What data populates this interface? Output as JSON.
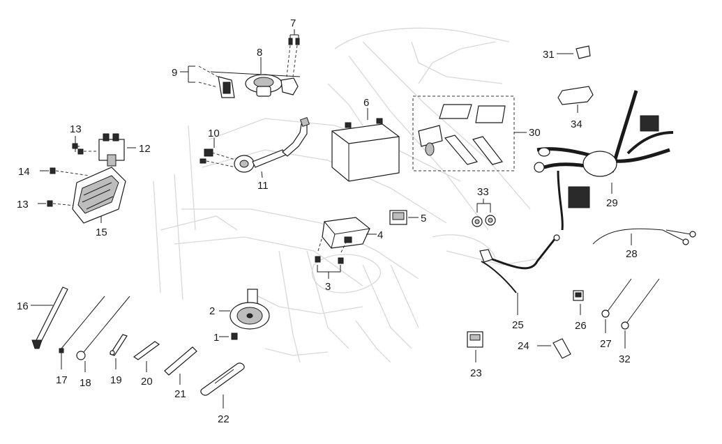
{
  "callouts": [
    "1",
    "2",
    "3",
    "4",
    "5",
    "6",
    "7",
    "8",
    "9",
    "10",
    "11",
    "12",
    "13",
    "13",
    "14",
    "15",
    "16",
    "17",
    "18",
    "19",
    "20",
    "21",
    "22",
    "23",
    "24",
    "25",
    "26",
    "27",
    "28",
    "29",
    "30",
    "31",
    "32",
    "33",
    "34"
  ]
}
